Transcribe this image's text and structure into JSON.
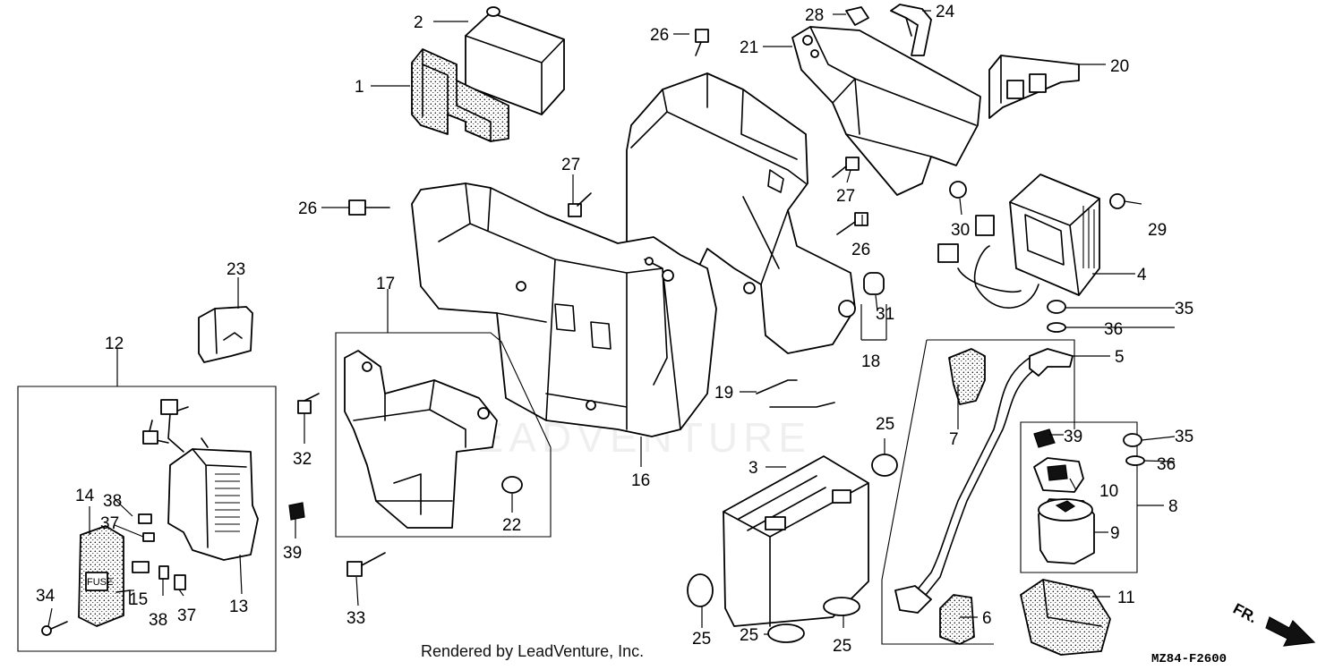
{
  "diagram": {
    "callouts": [
      "1",
      "2",
      "3",
      "4",
      "5",
      "6",
      "7",
      "8",
      "9",
      "10",
      "11",
      "12",
      "13",
      "14",
      "15",
      "16",
      "17",
      "18",
      "19",
      "20",
      "21",
      "22",
      "23",
      "24",
      "25",
      "26",
      "27",
      "28",
      "29",
      "30",
      "31",
      "32",
      "33",
      "34",
      "35",
      "36",
      "37",
      "38",
      "39"
    ],
    "fuse_text": "FUSE",
    "direction_label": "FR.",
    "watermark": "LEADVENTURE",
    "credit": "Rendered by LeadVenture, Inc.",
    "drawing_code": "MZ84-F2600"
  }
}
